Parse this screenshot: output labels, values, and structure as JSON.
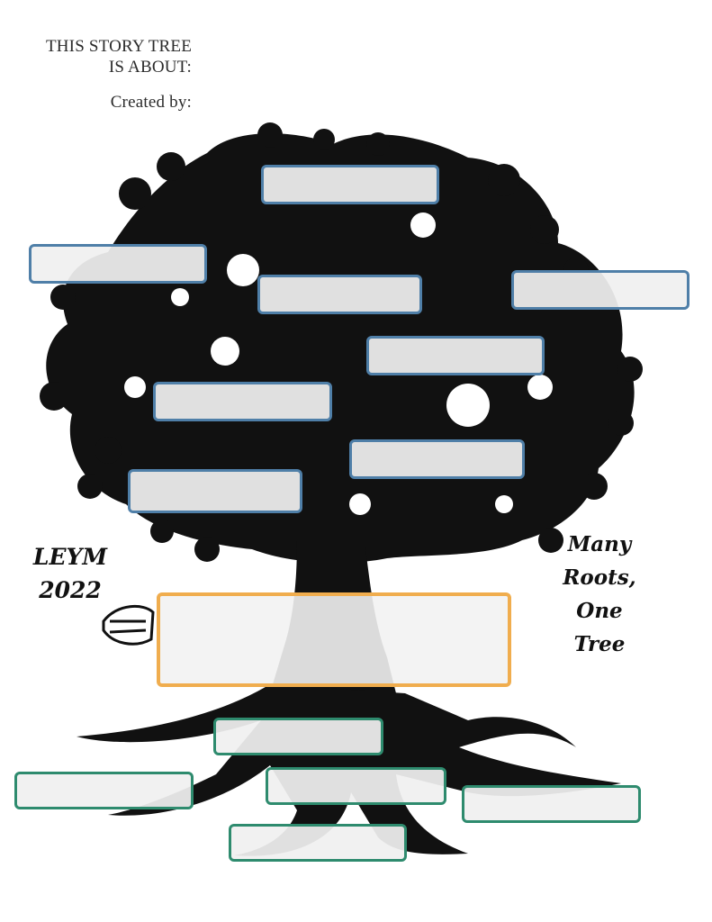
{
  "header": {
    "line1": "THIS STORY TREE",
    "line2": "IS ABOUT:",
    "line3": "Created by:"
  },
  "left_caption": {
    "line1": "LEYM",
    "line2": "2022"
  },
  "right_caption": {
    "line1": "Many",
    "line2": "Roots, One",
    "line3": "Tree"
  },
  "colors": {
    "branch_border": "#4f7fa8",
    "trunk_border": "#f0ad4e",
    "root_border": "#2e8b6e",
    "tree_ink": "#111111"
  },
  "branch_fields": [
    "",
    "",
    "",
    "",
    "",
    "",
    "",
    ""
  ],
  "trunk_field": "",
  "root_fields": [
    "",
    "",
    "",
    "",
    ""
  ]
}
